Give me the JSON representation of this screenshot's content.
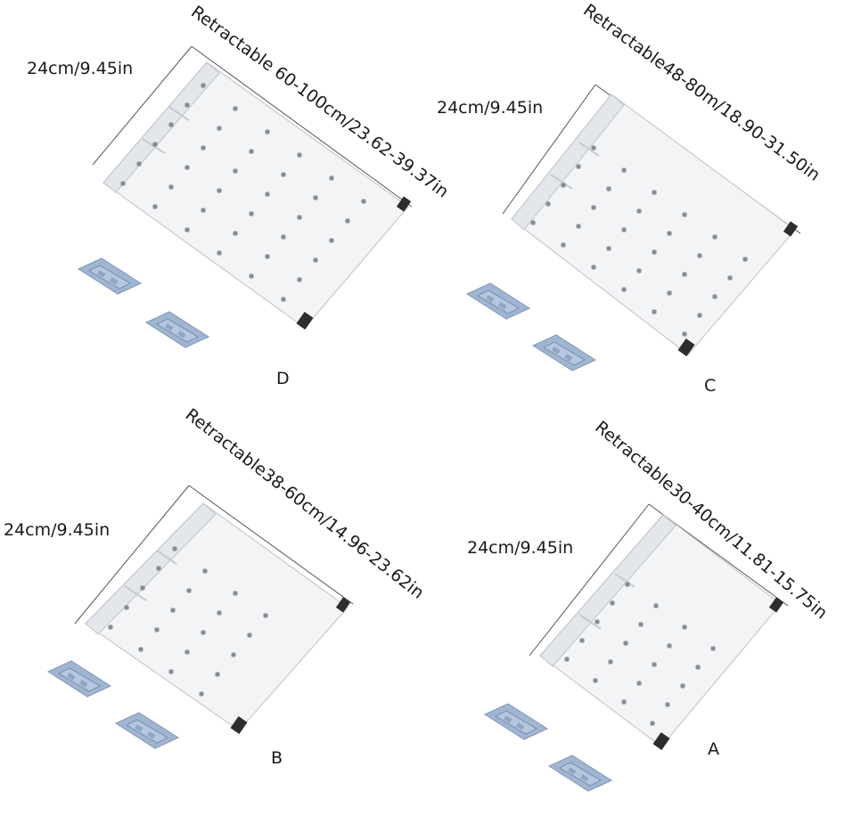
{
  "panels": [
    {
      "id": "D",
      "letter": "D",
      "width_label": "24cm/9.45in",
      "length_label": "Retractable 60-100cm/23.62-39.37in"
    },
    {
      "id": "C",
      "letter": "C",
      "width_label": "24cm/9.45in",
      "length_label": "Retractable48-80m/18.90-31.50in"
    },
    {
      "id": "B",
      "letter": "B",
      "width_label": "24cm/9.45in",
      "length_label": "Retractable38-60cm/14.96-23.62in"
    },
    {
      "id": "A",
      "letter": "A",
      "width_label": "24cm/9.45in",
      "length_label": "Retractable30-40cm/11.81-15.75in"
    }
  ],
  "colors": {
    "shelf": "#f2f3f5",
    "shelf_edge": "#c9cdd3",
    "holes": "#8a8f96",
    "feet": "#2b2b2b",
    "pads": "#9db3cf",
    "pad_edge": "#7f98b8"
  }
}
